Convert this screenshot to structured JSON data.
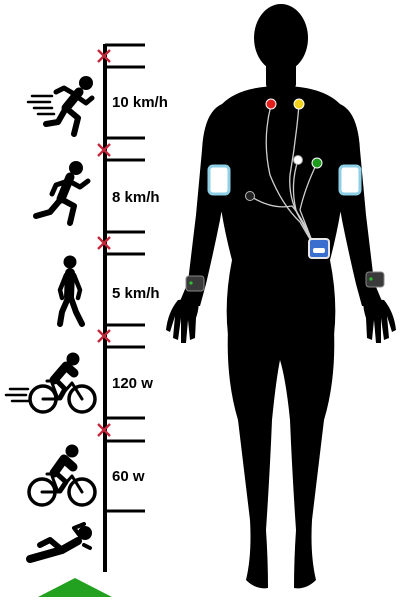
{
  "activities": [
    {
      "label": "10 km/h",
      "icon": "running-fast-icon"
    },
    {
      "label": "8 km/h",
      "icon": "running-icon"
    },
    {
      "label": "5 km/h",
      "icon": "walking-icon"
    },
    {
      "label": "120 w",
      "icon": "cycling-fast-icon"
    },
    {
      "label": "60 w",
      "icon": "cycling-icon"
    },
    {
      "label": "",
      "icon": "lying-rest-icon"
    }
  ],
  "colors": {
    "marker": "#c0283a",
    "arrow": "#22a020",
    "body": "#000000",
    "electrode_red": "#e0201c",
    "electrode_yellow": "#f2d21a",
    "electrode_green": "#1e9a1e",
    "electrode_white": "#ffffff",
    "armband_border": "#8fd0e6",
    "recorder_fill": "#3a6fd0"
  }
}
